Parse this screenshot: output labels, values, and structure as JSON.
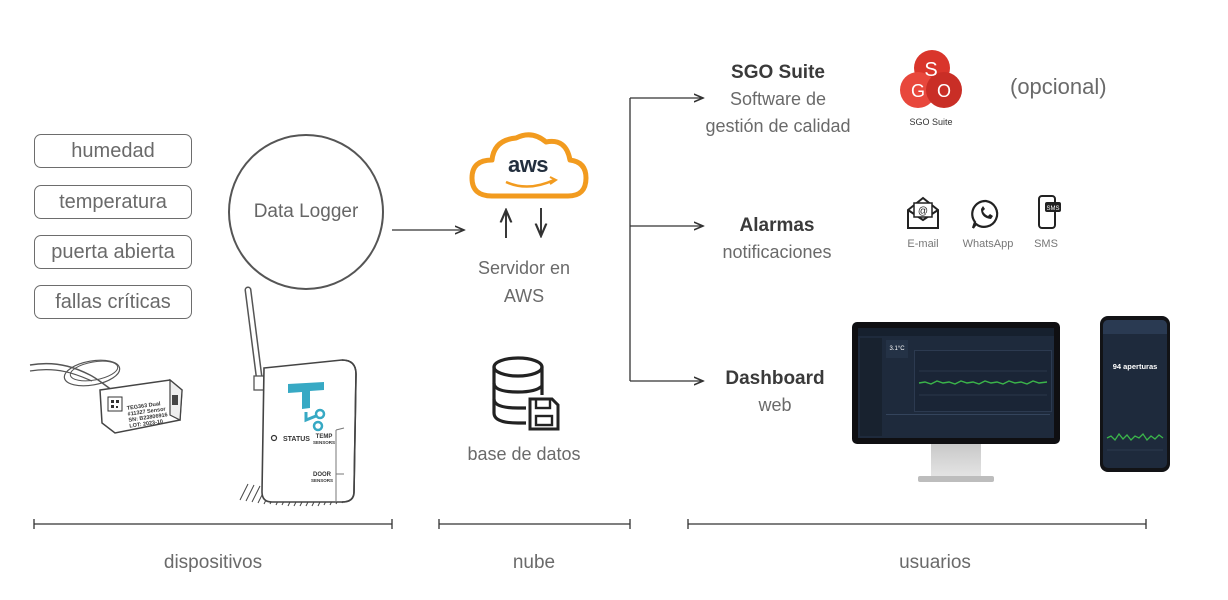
{
  "sensors": [
    "humedad",
    "temperatura",
    "puerta abierta",
    "fallas críticas"
  ],
  "data_logger": "Data Logger",
  "device_labels": {
    "status": "STATUS",
    "temp": "TEMP",
    "door": "DOOR",
    "sensors": "SENSORS",
    "tag_line1": "TEG363 Dual",
    "tag_line2": "#11327 Sensor",
    "tag_line3": "SN: B23806916",
    "tag_line4": "LOT: 2023-10"
  },
  "aws": {
    "logo": "aws",
    "caption_line1": "Servidor en",
    "caption_line2": "AWS"
  },
  "database": {
    "caption": "base de datos"
  },
  "sgo": {
    "title": "SGO Suite",
    "line1": "Software de",
    "line2": "gestión de calidad",
    "logo_label": "SGO Suite",
    "optional": "(opcional)"
  },
  "alarmas": {
    "title": "Alarmas",
    "subtitle": "notificaciones",
    "icons": [
      {
        "name": "email-icon",
        "label": "E-mail"
      },
      {
        "name": "whatsapp-icon",
        "label": "WhatsApp"
      },
      {
        "name": "sms-icon",
        "label": "SMS"
      }
    ]
  },
  "dashboard": {
    "title": "Dashboard",
    "subtitle": "web",
    "monitor_reading": "3.1°C",
    "phone_reading": "94 aperturas"
  },
  "sections": {
    "devices": "dispositivos",
    "cloud": "nube",
    "users": "usuarios"
  },
  "colors": {
    "aws_orange": "#F29B1F",
    "sgo_red": "#D9352B",
    "logger_teal": "#37A9C4",
    "screen_green": "#3BB54A",
    "screen_bg": "#1E2A3C"
  }
}
